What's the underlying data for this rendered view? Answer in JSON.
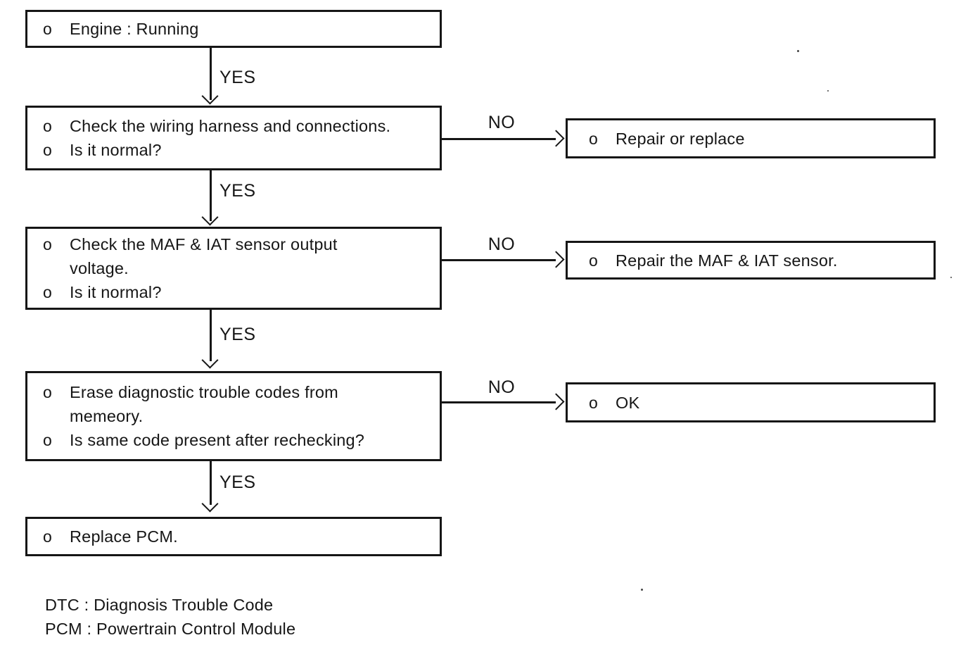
{
  "colors": {
    "ink": "#161616",
    "paper": "#ffffff"
  },
  "labels": {
    "yes": "YES",
    "no": "NO"
  },
  "steps": {
    "engine": {
      "rows": [
        {
          "bullet": "o",
          "text": "Engine : Running"
        }
      ]
    },
    "wiring": {
      "rows": [
        {
          "bullet": "o",
          "text": "Check the wiring harness and connections."
        },
        {
          "bullet": "o",
          "text": "Is it normal?"
        }
      ]
    },
    "maf": {
      "rows": [
        {
          "bullet": "o",
          "text": "Check the MAF & IAT sensor output"
        },
        {
          "bullet": "",
          "text": "voltage."
        },
        {
          "bullet": "o",
          "text": "Is it normal?"
        }
      ]
    },
    "erase": {
      "rows": [
        {
          "bullet": "o",
          "text": "Erase diagnostic trouble codes from"
        },
        {
          "bullet": "",
          "text": "memeory."
        },
        {
          "bullet": "o",
          "text": "Is same code present after rechecking?"
        }
      ]
    },
    "replace_pcm": {
      "rows": [
        {
          "bullet": "o",
          "text": "Replace PCM."
        }
      ]
    }
  },
  "results": {
    "repair_or_replace": {
      "rows": [
        {
          "bullet": "o",
          "text": "Repair or replace"
        }
      ]
    },
    "repair_maf": {
      "rows": [
        {
          "bullet": "o",
          "text": "Repair the MAF & IAT sensor."
        }
      ]
    },
    "ok": {
      "rows": [
        {
          "bullet": "o",
          "text": "OK"
        }
      ]
    }
  },
  "legend": {
    "dtc": "DTC : Diagnosis Trouble Code",
    "pcm": "PCM : Powertrain Control Module"
  }
}
